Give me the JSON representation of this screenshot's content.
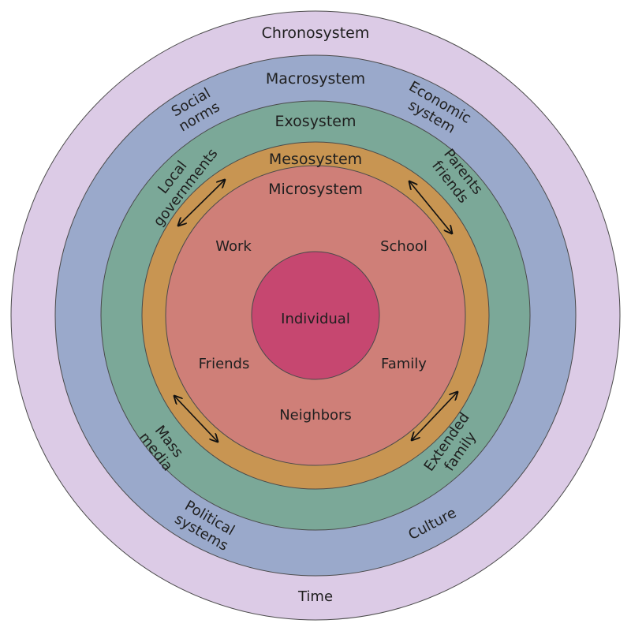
{
  "colors": {
    "chronosystem": "#dccbe6",
    "macrosystem": "#9aa9cb",
    "exosystem": "#7ba898",
    "mesosystem": "#c89552",
    "microsystem": "#cf7f78",
    "individual": "#c64770"
  },
  "rings": {
    "chronosystem": {
      "title": "Chronosystem",
      "bottom": "Time"
    },
    "macrosystem": {
      "title": "Macrosystem",
      "social_norms": [
        "Social",
        "norms"
      ],
      "economic_system": [
        "Economic",
        "system"
      ],
      "political_systems": [
        "Political",
        "systems"
      ],
      "culture": "Culture"
    },
    "exosystem": {
      "title": "Exosystem",
      "local_governments": [
        "Local",
        "governments"
      ],
      "parents_friends": [
        "Parents",
        "friends"
      ],
      "mass_media": [
        "Mass",
        "media"
      ],
      "extended_family": [
        "Extended",
        "family"
      ]
    },
    "mesosystem": {
      "title": "Mesosystem"
    },
    "microsystem": {
      "title": "Microsystem",
      "work": "Work",
      "school": "School",
      "friends": "Friends",
      "family": "Family",
      "neighbors": "Neighbors"
    },
    "individual": {
      "title": "Individual"
    }
  }
}
